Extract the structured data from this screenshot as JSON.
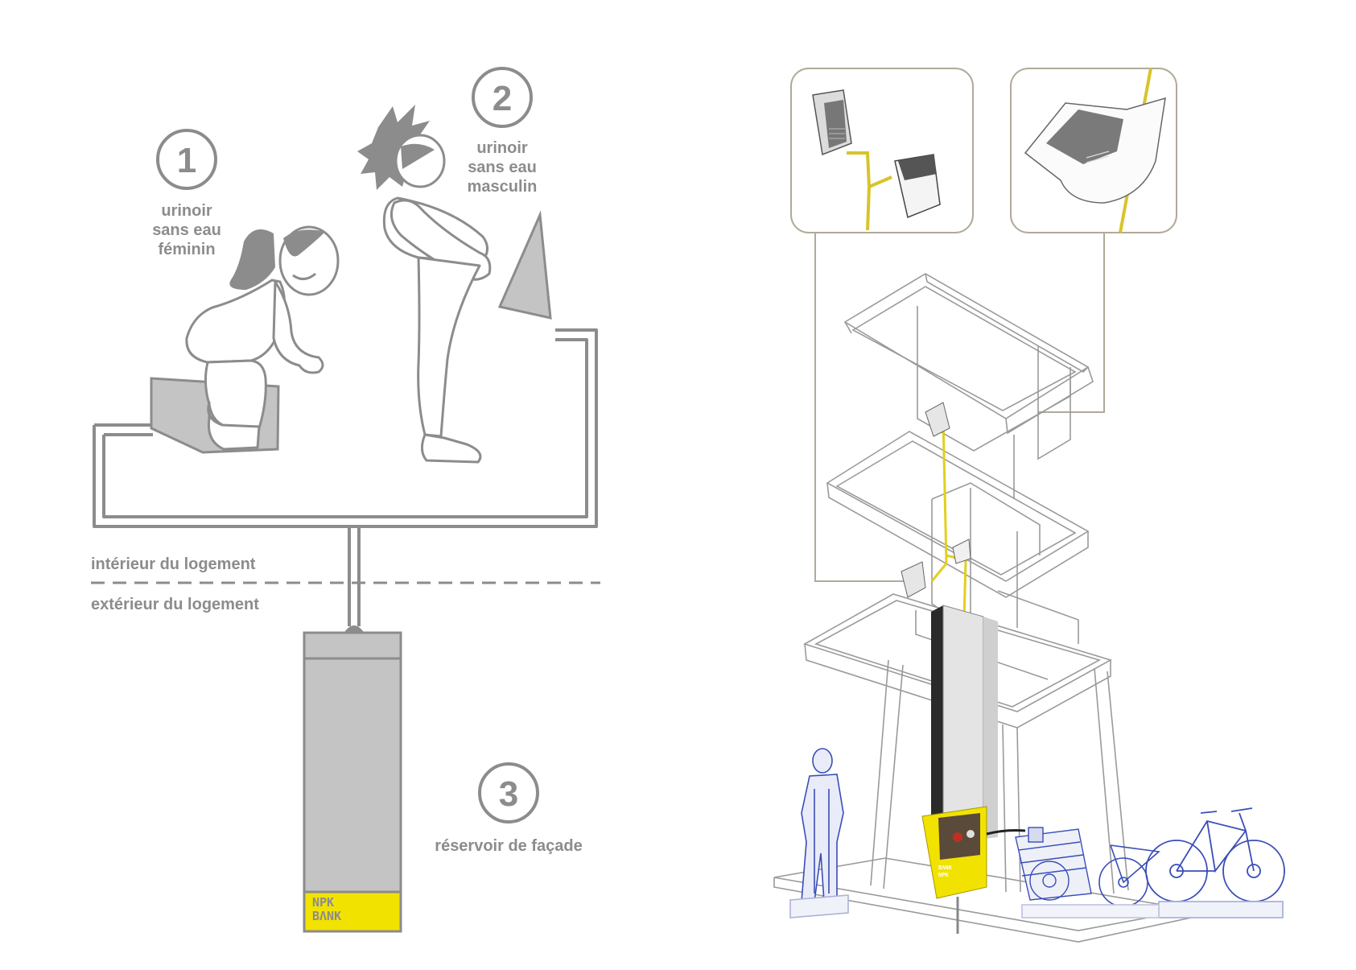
{
  "steps": [
    {
      "number": "1",
      "lines": [
        "urinoir",
        "sans eau",
        "féminin"
      ]
    },
    {
      "number": "2",
      "lines": [
        "urinoir",
        "sans eau",
        "masculin"
      ]
    },
    {
      "number": "3",
      "lines": [
        "réservoir de façade"
      ]
    }
  ],
  "zones": {
    "interior": "intérieur du logement",
    "exterior": "extérieur du logement"
  },
  "tank_brand": [
    "NPK",
    "BΛNK"
  ],
  "column_brand": [
    "BΛNK",
    "NPK"
  ],
  "colors": {
    "outline": "#8c8c8c",
    "fill_grey": "#c4c4c4",
    "accent_yellow": "#f2e200",
    "panel_border": "#b0aa98",
    "blueprint": "#3a4db8"
  }
}
